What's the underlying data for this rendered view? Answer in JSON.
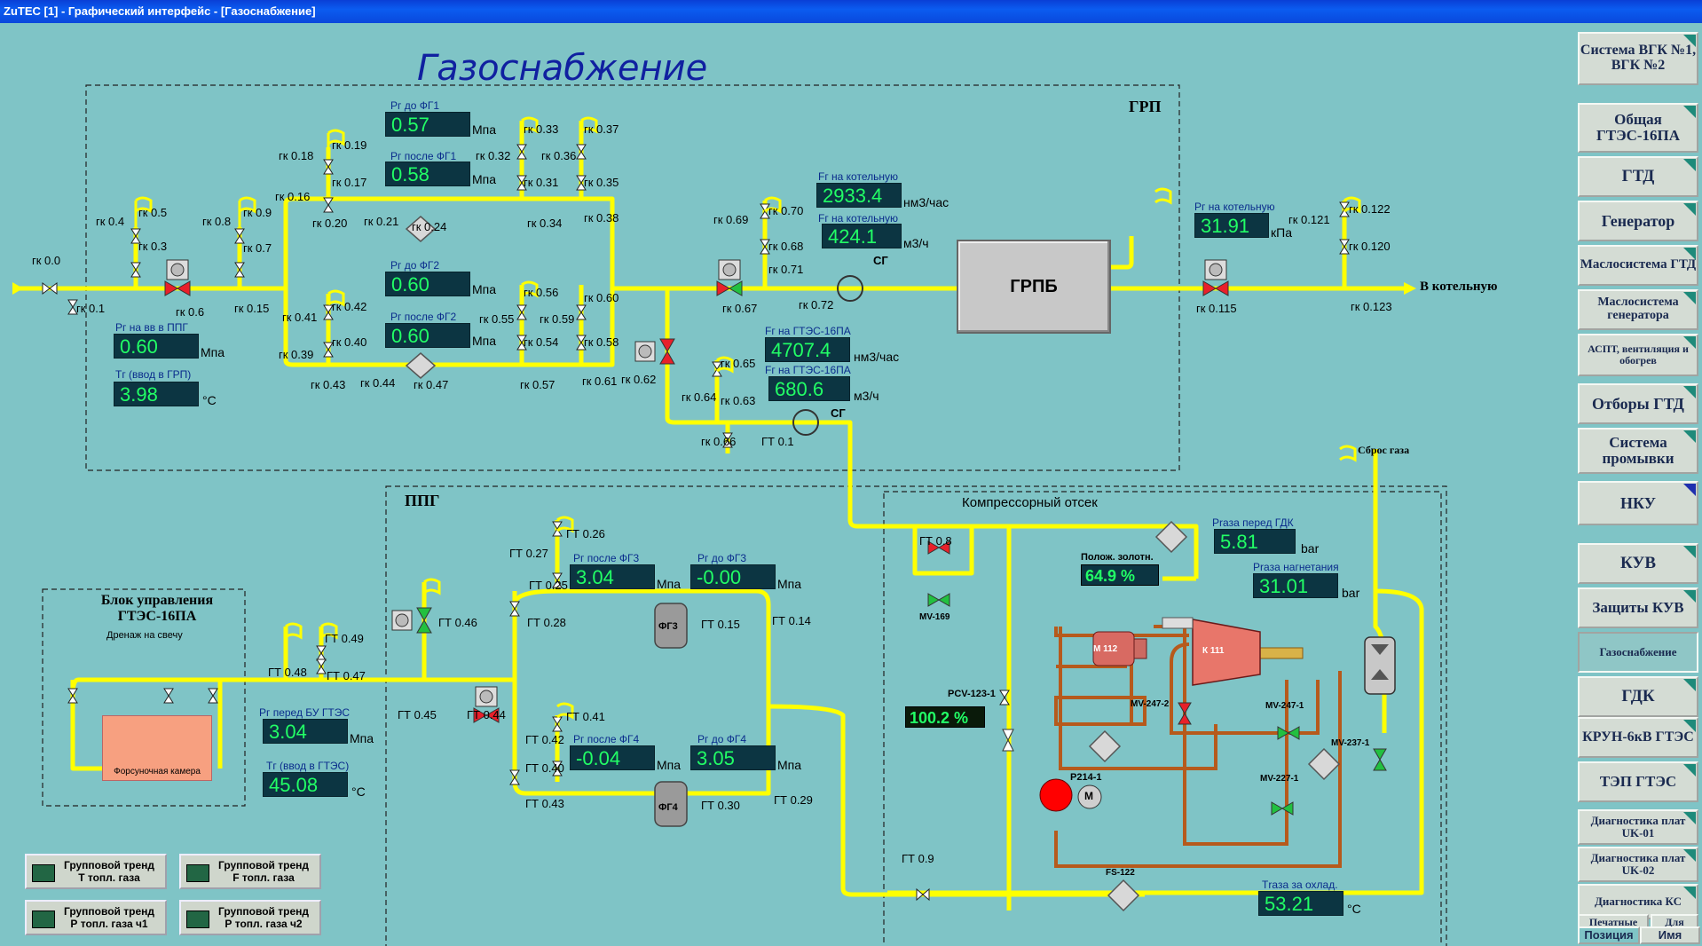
{
  "window": {
    "title": "ZuTEC [1] - Графический интерфейс - [Газоснабжение]"
  },
  "page_title": "Газоснабжение",
  "sections": {
    "grp": "ГРП",
    "ppg": "ППГ",
    "compressor": "Компрессорный отсек",
    "control_block": "Блок управления ГТЭС-16ПА",
    "drain": "Дренаж на свечу",
    "grpb": "ГРПБ",
    "burner": "Форсуночная камера",
    "out_boiler": "В котельную",
    "vent": "Сброс газа"
  },
  "readings": {
    "p_inlet": {
      "label": "Рг на вв в ППГ",
      "value": "0.60",
      "unit": "Мпа"
    },
    "t_inlet": {
      "label": "Тг (ввод в ГРП)",
      "value": "3.98",
      "unit": "°С"
    },
    "p_before_fg1": {
      "label": "Рг до ФГ1",
      "value": "0.57",
      "unit": "Мпа"
    },
    "p_after_fg1": {
      "label": "Рг после ФГ1",
      "value": "0.58",
      "unit": "Мпа"
    },
    "p_before_fg2": {
      "label": "Рг до ФГ2",
      "value": "0.60",
      "unit": "Мпа"
    },
    "p_after_fg2": {
      "label": "Рг после ФГ2",
      "value": "0.60",
      "unit": "Мпа"
    },
    "f_boiler_nm3": {
      "label": "Fг на котельную",
      "value": "2933.4",
      "unit": "нм3/час"
    },
    "f_boiler_m3": {
      "label": "Fг на котельную",
      "value": "424.1",
      "unit": "м3/ч"
    },
    "f_gtes_nm3": {
      "label": "Fг на ГТЭС-16ПА",
      "value": "4707.4",
      "unit": "нм3/час"
    },
    "f_gtes_m3": {
      "label": "Fг на ГТЭС-16ПА",
      "value": "680.6",
      "unit": "м3/ч"
    },
    "p_boiler": {
      "label": "Рг на котельную",
      "value": "31.91",
      "unit": "кПа"
    },
    "p_before_bu": {
      "label": "Рг перед БУ ГТЭС",
      "value": "3.04",
      "unit": "Мпа"
    },
    "t_gtes": {
      "label": "Тг (ввод в ГТЭС)",
      "value": "45.08",
      "unit": "°С"
    },
    "p_after_fg3": {
      "label": "Рг после ФГ3",
      "value": "3.04",
      "unit": "Мпа"
    },
    "p_before_fg3": {
      "label": "Рг до ФГ3",
      "value": "-0.00",
      "unit": "Мпа"
    },
    "p_after_fg4": {
      "label": "Рг после ФГ4",
      "value": "-0.04",
      "unit": "Мпа"
    },
    "p_before_fg4": {
      "label": "Рг до ФГ4",
      "value": "3.05",
      "unit": "Мпа"
    },
    "p_before_gdk": {
      "label": "Рraза перед ГДК",
      "value": "5.81",
      "unit": "bar"
    },
    "p_discharge": {
      "label": "Рraза нагнетания",
      "value": "31.01",
      "unit": "bar"
    },
    "t_after_cool": {
      "label": "Тraза за охлад.",
      "value": "53.21",
      "unit": "°С"
    },
    "spool": {
      "label": "Полож. золотн.",
      "value": "64.9  %"
    },
    "pcv": {
      "label": "PCV-123-1",
      "value": "100.2 %"
    }
  },
  "equipment": {
    "fg3": "ФГ3",
    "fg4": "ФГ4",
    "sg1": "СГ",
    "sg2": "СГ",
    "m112": "М 112",
    "k111": "К 111",
    "p214": "P214-1",
    "m": "М",
    "mv169": "MV-169",
    "mv2472": "MV-247-2",
    "mv2471": "MV-247-1",
    "mv2371": "MV-237-1",
    "mv2271": "MV-227-1",
    "fs122": "FS-122"
  },
  "valves": {
    "gk00": "гк 0.0",
    "gk01": "гк 0.1",
    "gk03": "гк 0.3",
    "gk04": "гк 0.4",
    "gk05": "гк 0.5",
    "gk06": "гк 0.6",
    "gk07": "гк 0.7",
    "gk08": "гк 0.8",
    "gk09": "гк 0.9",
    "gk015": "гк 0.15",
    "gk016": "гк 0.16",
    "gk017": "гк 0.17",
    "gk018": "гк 0.18",
    "gk019": "гк 0.19",
    "gk020": "гк 0.20",
    "gk021": "гк 0.21",
    "gk024": "гк 0.24",
    "gk031": "гк 0.31",
    "gk032": "гк 0.32",
    "gk033": "гк 0.33",
    "gk034": "гк 0.34",
    "gk035": "гк 0.35",
    "gk036": "гк 0.36",
    "gk037": "гк 0.37",
    "gk038": "гк 0.38",
    "gk039": "гк 0.39",
    "gk040": "гк 0.40",
    "gk041": "гк 0.41",
    "gk042": "гк 0.42",
    "gk043": "гк 0.43",
    "gk044": "гк 0.44",
    "gk047": "гк 0.47",
    "gk054": "гк 0.54",
    "gk055": "гк 0.55",
    "gk056": "гк 0.56",
    "gk057": "гк 0.57",
    "gk058": "гк 0.58",
    "gk059": "гк 0.59",
    "gk060": "гк 0.60",
    "gk061": "гк 0.61",
    "gk062": "гк 0.62",
    "gk063": "гк 0.63",
    "gk064": "гк 0.64",
    "gk065": "гк 0.65",
    "gk066": "гк 0.66",
    "gk067": "гк 0.67",
    "gk068": "гк 0.68",
    "gk069": "гк 0.69",
    "gk070": "гк 0.70",
    "gk071": "гк 0.71",
    "gk072": "гк 0.72",
    "gk0115": "гк 0.115",
    "gk0120": "гк 0.120",
    "gk0121": "гк 0.121",
    "gk0122": "гк 0.122",
    "gk0123": "гк 0.123",
    "gt01": "ГТ 0.1",
    "gt08": "ГТ 0.8",
    "gt09": "ГТ 0.9",
    "gt014": "ГТ 0.14",
    "gt015": "ГТ 0.15",
    "gt025": "ГТ 0.25",
    "gt026": "ГТ 0.26",
    "gt027": "ГТ 0.27",
    "gt028": "ГТ 0.28",
    "gt029": "ГТ 0.29",
    "gt030": "ГТ 0.30",
    "gt040": "ГТ 0.40",
    "gt041": "ГТ 0.41",
    "gt042": "ГТ 0.42",
    "gt043": "ГТ 0.43",
    "gt044": "ГТ 0.44",
    "gt045": "ГТ 0.45",
    "gt046": "ГТ 0.46",
    "gt047": "ГТ 0.47",
    "gt048": "ГТ 0.48",
    "gt049": "ГТ 0.49"
  },
  "trend_buttons": [
    {
      "line1": "Групповой тренд",
      "line2": "Т топл. газа"
    },
    {
      "line1": "Групповой тренд",
      "line2": "F топл. газа"
    },
    {
      "line1": "Групповой тренд",
      "line2": "Р топл. газа ч1"
    },
    {
      "line1": "Групповой тренд",
      "line2": "Р топл. газа ч2"
    }
  ],
  "sidebar": [
    "Система ВГК №1, ВГК №2",
    "Общая ГТЭС-16ПА",
    "ГТД",
    "Генератор",
    "Маслосистема ГТД",
    "Маслосистема генератора",
    "АСПТ, вентиляция и обогрев",
    "Отборы ГТД",
    "Система промывки",
    "НКУ",
    "КУВ",
    "Защиты КУВ",
    "Газоснабжение",
    "ГДК",
    "КРУН-6кВ ГТЭС",
    "ТЭП ГТЭС",
    "Диагностика плат UK-01",
    "Диагностика плат UK-02",
    "Диагностика КС",
    "Печатные документы",
    "Для печати"
  ],
  "sidebar_tabs": {
    "position": "Позиция",
    "name": "Имя"
  }
}
